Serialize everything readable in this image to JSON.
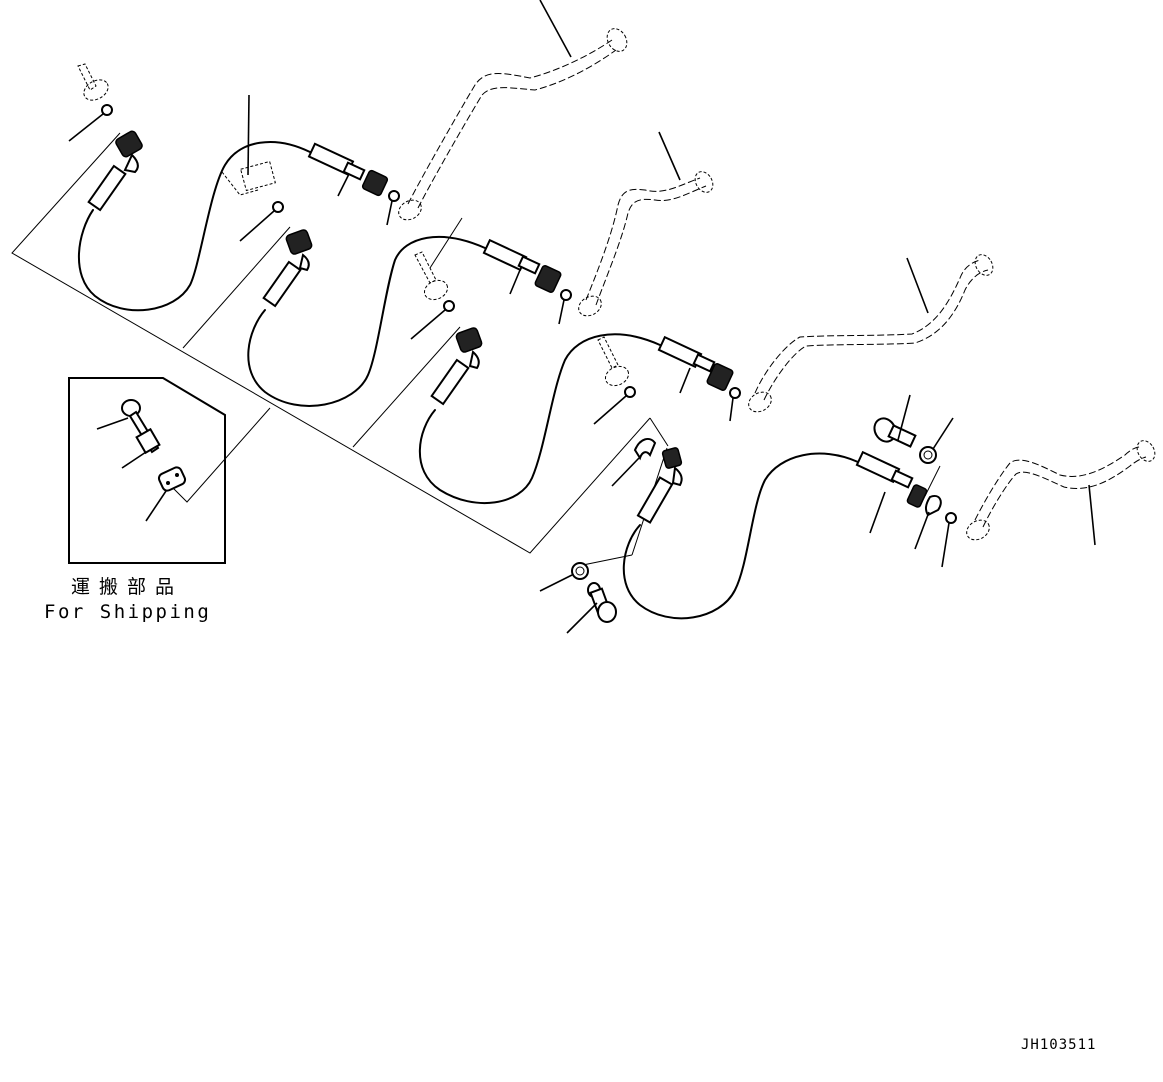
{
  "diagram": {
    "type": "exploded parts diagram",
    "subject": "hydraulic hose assemblies with flanged pipes, O-rings, split flanges, bolts and washers",
    "colors": {
      "line": "#000000",
      "background": "#ffffff"
    },
    "inset": {
      "label_jp": "運搬部品",
      "label_en": "For Shipping",
      "parts_shown": [
        "plug",
        "fitting",
        "split-flange"
      ]
    },
    "drawing_id": "JH103511",
    "assemblies": [
      {
        "name": "hose-assembly-1",
        "parts": [
          "hose",
          "split-flange",
          "o-ring",
          "pipe"
        ]
      },
      {
        "name": "hose-assembly-2",
        "parts": [
          "hose",
          "split-flange",
          "o-ring",
          "pipe"
        ]
      },
      {
        "name": "hose-assembly-3",
        "parts": [
          "hose",
          "split-flange",
          "o-ring",
          "pipe"
        ]
      },
      {
        "name": "hose-assembly-4",
        "parts": [
          "hose",
          "bolt",
          "washer",
          "clamp",
          "o-ring",
          "pipe"
        ]
      }
    ]
  }
}
